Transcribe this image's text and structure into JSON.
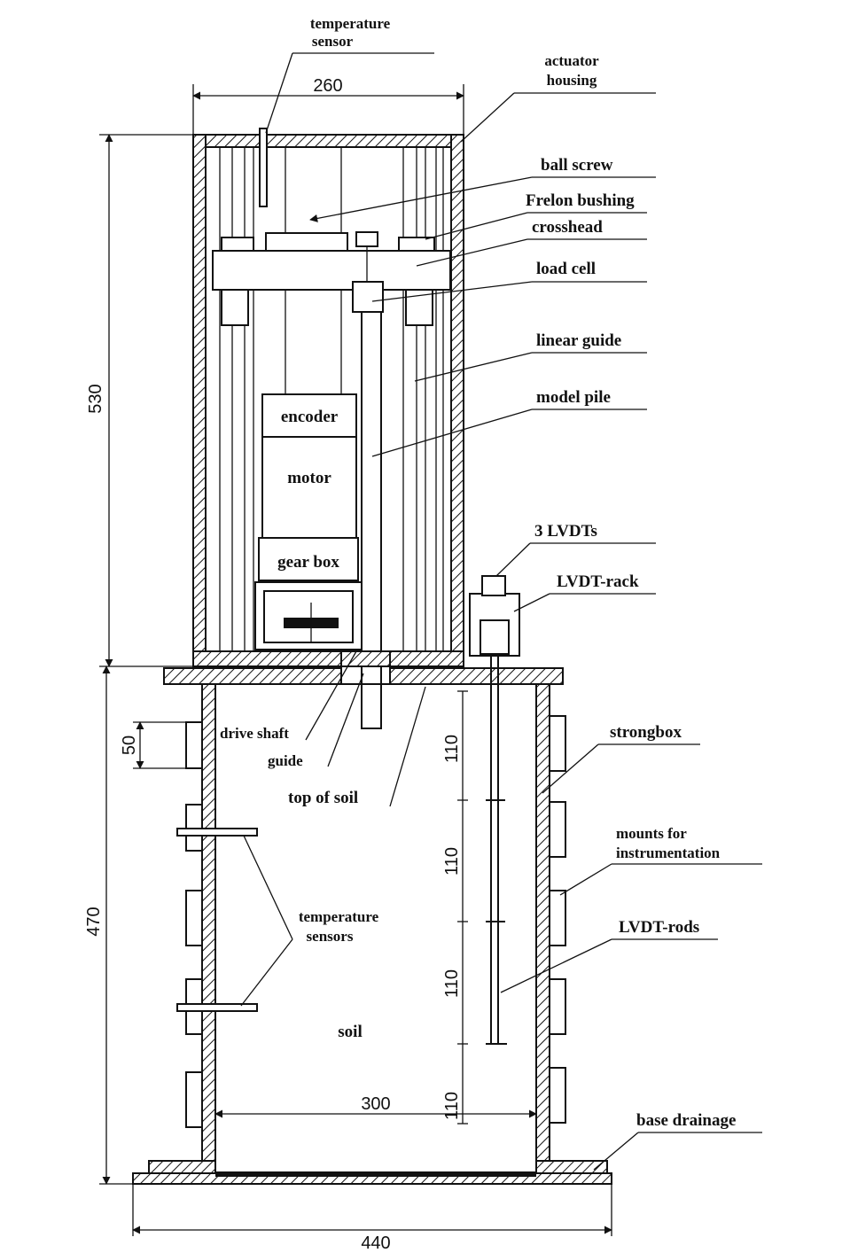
{
  "labels": {
    "temperature_sensor_top_line1": "temperature",
    "temperature_sensor_top_line2": "sensor",
    "actuator_line1": "actuator",
    "actuator_line2": "housing",
    "ball_screw": "ball screw",
    "frelon_bushing": "Frelon bushing",
    "crosshead": "crosshead",
    "load_cell": "load cell",
    "linear_guide": "linear guide",
    "model_pile": "model pile",
    "encoder": "encoder",
    "motor": "motor",
    "gear_box": "gear box",
    "three_lvdts": "3 LVDTs",
    "lvdt_rack": "LVDT-rack",
    "drive_shaft": "drive shaft",
    "guide": "guide",
    "top_of_soil": "top of soil",
    "strongbox": "strongbox",
    "mounts_line1": "mounts for",
    "mounts_line2": "instrumentation",
    "temperature_sensors_line1": "temperature",
    "temperature_sensors_line2": "sensors",
    "lvdt_rods": "LVDT-rods",
    "soil": "soil",
    "base_drainage": "base drainage"
  },
  "dimensions": {
    "housing_width": "260",
    "housing_height": "530",
    "strongbox_height": "470",
    "mount_spacing": "50",
    "inner_width": "300",
    "base_width": "440",
    "lvdt_spacing_1": "110",
    "lvdt_spacing_2": "110",
    "lvdt_spacing_3": "110",
    "lvdt_spacing_4": "110"
  }
}
